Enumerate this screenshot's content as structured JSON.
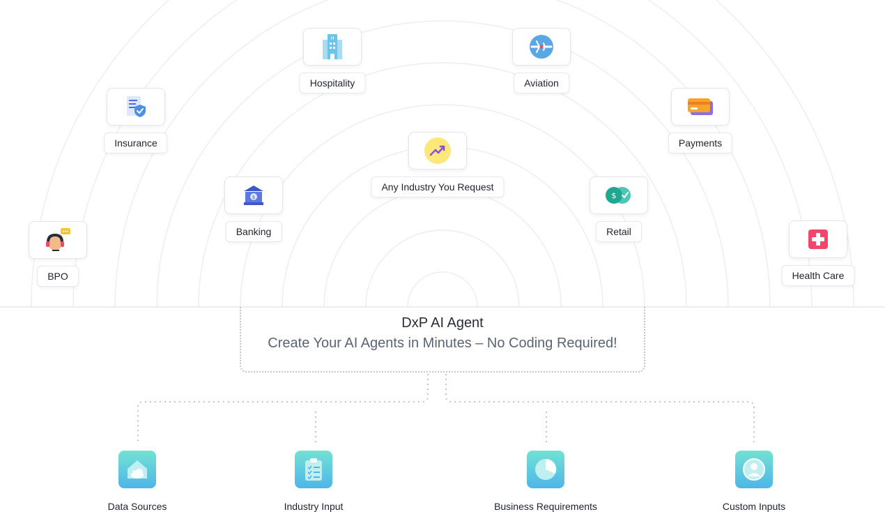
{
  "agent": {
    "title": "DxP AI Agent",
    "subtitle": "Create Your AI Agents in Minutes – No Coding Required!"
  },
  "industries": {
    "hospitality": "Hospitality",
    "aviation": "Aviation",
    "insurance": "Insurance",
    "payments": "Payments",
    "any": "Any Industry You Request",
    "banking": "Banking",
    "retail": "Retail",
    "bpo": "BPO",
    "healthcare": "Health Care"
  },
  "inputs": {
    "data_sources": "Data Sources",
    "industry_input": "Industry Input",
    "business_requirements": "Business Requirements",
    "custom_inputs": "Custom Inputs"
  },
  "icons": {
    "hospitality": "hotel-building-icon",
    "aviation": "airplane-icon",
    "insurance": "insurance-document-shield-icon",
    "payments": "credit-card-icon",
    "any": "trending-chart-icon",
    "banking": "bank-building-icon",
    "retail": "money-exchange-icon",
    "bpo": "call-center-headset-icon",
    "healthcare": "medical-cross-icon",
    "data_sources": "cloud-home-icon",
    "industry_input": "clipboard-checklist-icon",
    "business_requirements": "pie-chart-icon",
    "custom_inputs": "user-profile-icon"
  },
  "colors": {
    "accent_teal": "#5fd0d8",
    "accent_blue": "#4f8fe8",
    "health_red": "#f0476b",
    "payments_orange": "#f7a42c"
  }
}
